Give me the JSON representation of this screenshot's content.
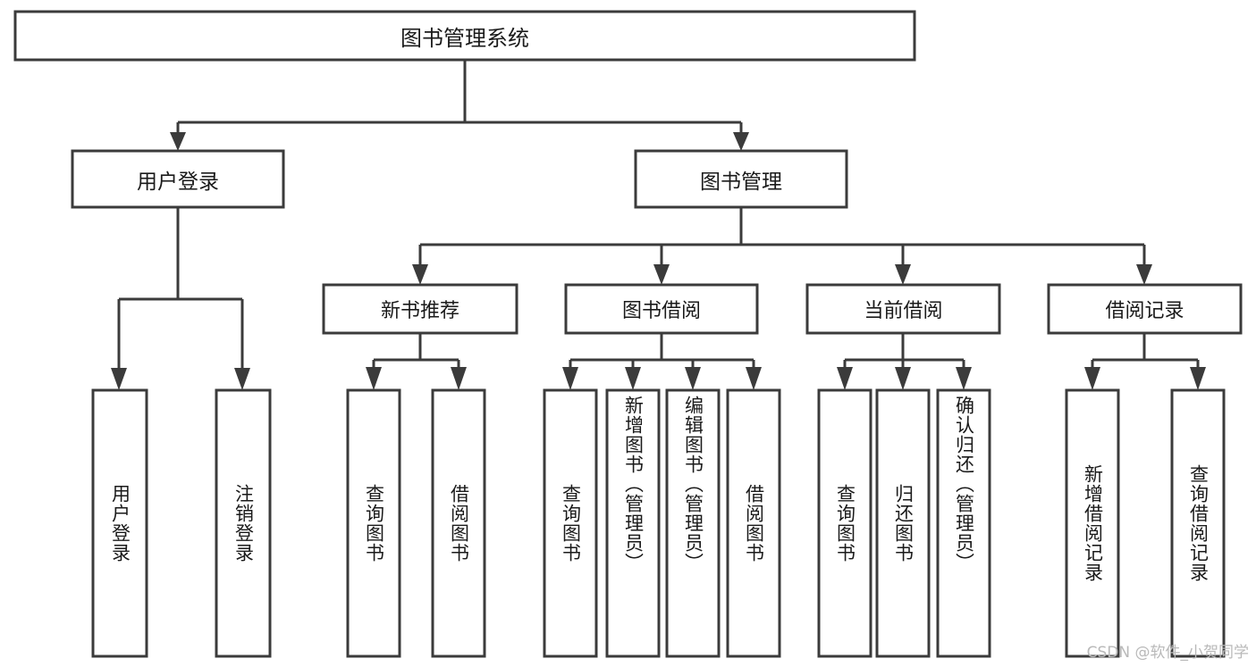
{
  "diagram": {
    "title": "图书管理系统",
    "type": "hierarchy-tree",
    "watermark": "CSDN @软件_小贺同学",
    "colors": {
      "stroke": "#3b3b3b",
      "fill": "#ffffff",
      "text": "#1a1a1a",
      "watermark": "#b9b9b9"
    },
    "nodes": {
      "root": {
        "label": "图书管理系统",
        "level": 1,
        "orientation": "horizontal"
      },
      "l2": [
        {
          "id": "user-login",
          "label": "用户登录",
          "level": 2,
          "orientation": "horizontal"
        },
        {
          "id": "book-manage",
          "label": "图书管理",
          "level": 2,
          "orientation": "horizontal"
        }
      ],
      "l3": [
        {
          "id": "new-book-rec",
          "label": "新书推荐",
          "level": 3,
          "orientation": "horizontal"
        },
        {
          "id": "book-borrow",
          "label": "图书借阅",
          "level": 3,
          "orientation": "horizontal"
        },
        {
          "id": "current-borrow",
          "label": "当前借阅",
          "level": 3,
          "orientation": "horizontal"
        },
        {
          "id": "borrow-record",
          "label": "借阅记录",
          "level": 3,
          "orientation": "horizontal"
        }
      ],
      "leaves": [
        {
          "id": "leaf-user-login",
          "label": "用户登录",
          "parent": "user-login",
          "orientation": "vertical"
        },
        {
          "id": "leaf-logout",
          "label": "注销登录",
          "parent": "user-login",
          "orientation": "vertical"
        },
        {
          "id": "leaf-query-book-1",
          "label": "查询图书",
          "parent": "new-book-rec",
          "orientation": "vertical"
        },
        {
          "id": "leaf-borrow-book-1",
          "label": "借阅图书",
          "parent": "new-book-rec",
          "orientation": "vertical"
        },
        {
          "id": "leaf-query-book-2",
          "label": "查询图书",
          "parent": "book-borrow",
          "orientation": "vertical"
        },
        {
          "id": "leaf-add-book",
          "label": "新增图书（管理员）",
          "parent": "book-borrow",
          "orientation": "vertical"
        },
        {
          "id": "leaf-edit-book",
          "label": "编辑图书（管理员）",
          "parent": "book-borrow",
          "orientation": "vertical"
        },
        {
          "id": "leaf-borrow-book-2",
          "label": "借阅图书",
          "parent": "book-borrow",
          "orientation": "vertical"
        },
        {
          "id": "leaf-query-book-3",
          "label": "查询图书",
          "parent": "current-borrow",
          "orientation": "vertical"
        },
        {
          "id": "leaf-return-book",
          "label": "归还图书",
          "parent": "current-borrow",
          "orientation": "vertical"
        },
        {
          "id": "leaf-confirm-return",
          "label": "确认归还（管理员）",
          "parent": "current-borrow",
          "orientation": "vertical"
        },
        {
          "id": "leaf-add-record",
          "label": "新增借阅记录",
          "parent": "borrow-record",
          "orientation": "vertical"
        },
        {
          "id": "leaf-query-record",
          "label": "查询借阅记录",
          "parent": "borrow-record",
          "orientation": "vertical"
        }
      ]
    }
  }
}
